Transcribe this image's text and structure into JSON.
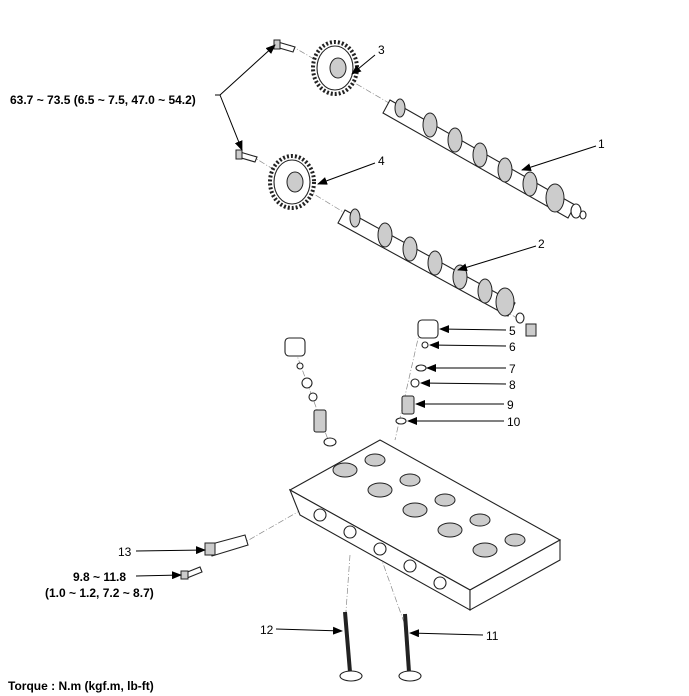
{
  "torque_note": "Torque : N.m (kgf.m, lb-ft)",
  "torques": {
    "sprocket_bolts": "63.7 ~ 73.5 (6.5 ~ 7.5, 47.0 ~ 54.2)",
    "ocv_bolt_line1": "9.8 ~ 11.8",
    "ocv_bolt_line2": "(1.0 ~ 1.2, 7.2 ~ 8.7)"
  },
  "callouts": [
    "1",
    "2",
    "3",
    "4",
    "5",
    "6",
    "7",
    "8",
    "9",
    "10",
    "11",
    "12",
    "13"
  ]
}
